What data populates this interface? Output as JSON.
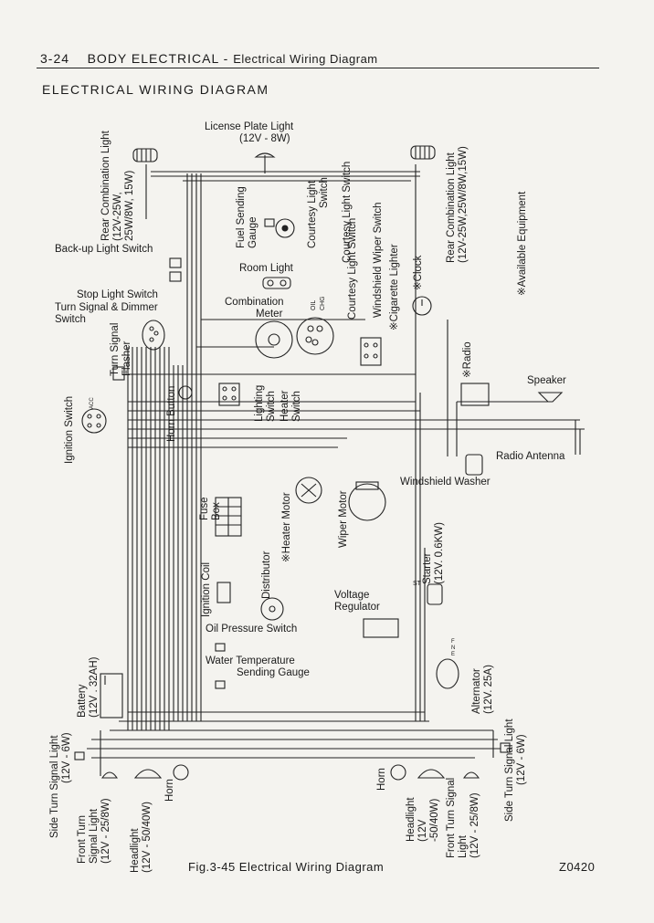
{
  "header": {
    "page_number": "3-24",
    "section": "BODY ELECTRICAL",
    "separator": "-",
    "subsection": "Electrical Wiring Diagram"
  },
  "diagram_title": "ELECTRICAL WIRING DIAGRAM",
  "components": {
    "rear_combo_left": [
      "Rear Combination Light",
      "(12V-25W,",
      "25W/8W, 15W)"
    ],
    "license_plate": [
      "License Plate Light",
      "(12V - 8W)"
    ],
    "rear_combo_right": [
      "Rear Combination Light",
      "(12V-25W,25W/8W,15W)"
    ],
    "available_equipment": "※Available Equipment",
    "fuel_gauge": [
      "Fuel Sending",
      "Gauge"
    ],
    "courtesy_switch": [
      "Courtesy Light",
      "Switch"
    ],
    "courtesy_switch_2": [
      "Courtesy Light Switch"
    ],
    "wiper_switch": [
      "Windshield Wiper Switch"
    ],
    "cigarette_lighter": "※Cigarette Lighter",
    "clock": "※Clock",
    "backup_switch": "Back-up Light Switch",
    "room_light": "Room Light",
    "stop_light_switch": "Stop Light Switch",
    "turn_signal_dimmer": [
      "Turn Signal & Dimmer",
      "Switch"
    ],
    "combination_meter": [
      "Combination",
      "Meter"
    ],
    "oil": "OIL",
    "chg": "CHG",
    "courtesy_light_switch_lower": "Courtesy Light Switch",
    "windshield_wiper_switch_lower": "Windshield Wiper Switch",
    "turn_signal_flasher": [
      "Turn Signal",
      "Flasher"
    ],
    "horn_button": "Horn Button",
    "lighting_switch": [
      "Lighting",
      "Switch"
    ],
    "heater_switch": [
      "Heater",
      "Switch"
    ],
    "radio": "※Radio",
    "speaker": "Speaker",
    "ignition_switch": "Ignition Switch",
    "acc": "ACC",
    "radio_antenna": "Radio Antenna",
    "windshield_washer": "Windshield Washer",
    "fuse_box": [
      "Fuse",
      "Box"
    ],
    "heater_motor": "※Heater Motor",
    "wiper_motor": "Wiper Motor",
    "ignition_coil": "Ignition Coil",
    "distributor": "Distributor",
    "starter": [
      "Starter",
      "(12V. 0.6KW)"
    ],
    "st": "ST",
    "voltage_regulator": [
      "Voltage",
      "Regulator"
    ],
    "oil_pressure_switch": "Oil Pressure Switch",
    "water_temp": [
      "Water Temperature",
      "Sending Gauge"
    ],
    "battery": [
      "Battery",
      "(12V . 32AH)"
    ],
    "alternator": [
      "Alternator",
      "(12V. 25A)"
    ],
    "fne": [
      "F",
      "N",
      "E"
    ],
    "side_turn_left": [
      "Side Turn Signal Light",
      "(12V - 6W)"
    ],
    "front_turn_left": [
      "Front Turn",
      "Signal Light",
      "(12V - 25/8W)"
    ],
    "headlight_left": [
      "Headlight",
      "(12V - 50/40W)"
    ],
    "horn_left": "Horn",
    "horn_right": "Horn",
    "headlight_right": [
      "Headlight",
      "(12V",
      "-50/40W)"
    ],
    "front_turn_right": [
      "Front Turn Signal",
      "Light",
      "(12V - 25/8W)"
    ],
    "side_turn_right": [
      "Side Turn Signal Light",
      "(12V - 6W)"
    ]
  },
  "footer": {
    "caption": "Fig.3-45   Electrical Wiring Diagram",
    "code": "Z0420"
  }
}
